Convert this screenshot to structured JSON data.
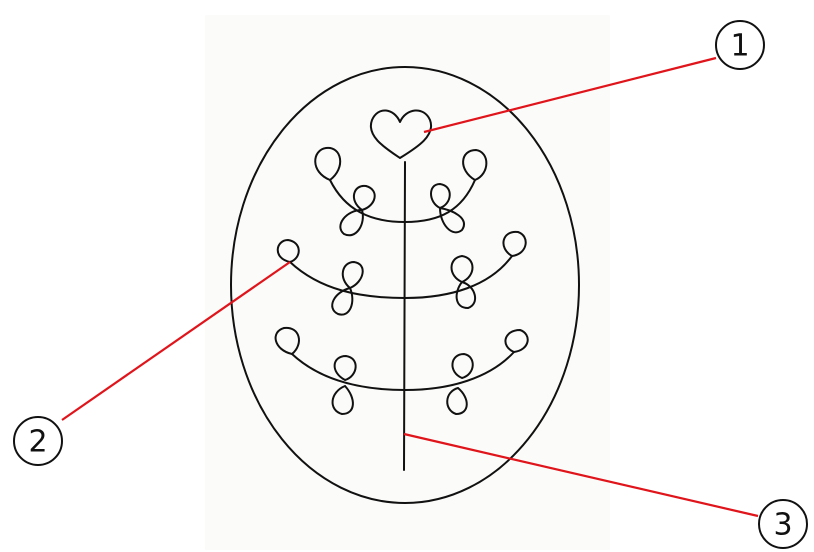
{
  "colors": {
    "leader_line": "#e0141b",
    "ink": "#111111",
    "paper": "#fbfbf9"
  },
  "callouts": [
    {
      "label": "1",
      "target": "heart"
    },
    {
      "label": "2",
      "target": "loop"
    },
    {
      "label": "3",
      "target": "stem"
    }
  ]
}
